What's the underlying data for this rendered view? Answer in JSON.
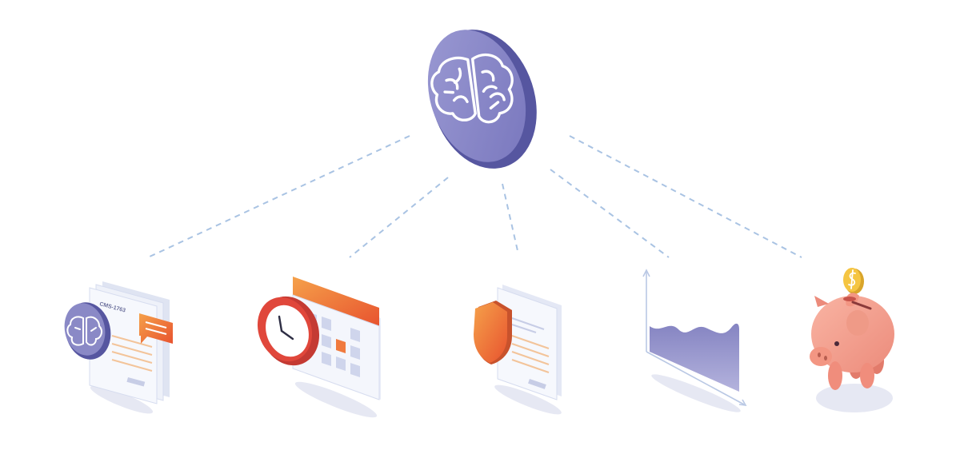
{
  "hub": {
    "icon": "brain-icon",
    "colors": {
      "front": "#8f8ec9",
      "edge": "#5656a0",
      "stroke": "#ffffff"
    }
  },
  "connector_color": "#a9c3e3",
  "nodes": [
    {
      "id": "document-review",
      "icons": [
        "document-icon",
        "brain-icon",
        "chat-bubble-icon"
      ],
      "label": "CMS-1763"
    },
    {
      "id": "scheduling",
      "icons": [
        "clock-icon",
        "calendar-icon"
      ]
    },
    {
      "id": "security",
      "icons": [
        "shield-icon",
        "document-icon"
      ]
    },
    {
      "id": "analytics",
      "icons": [
        "area-chart-icon"
      ]
    },
    {
      "id": "savings",
      "icons": [
        "piggy-bank-icon",
        "dollar-coin-icon"
      ]
    }
  ],
  "colors": {
    "accent_orange": "#f07a3e",
    "accent_red": "#e0473b",
    "purple": "#7b79b8",
    "pig_pink": "#f4a08f",
    "coin_gold": "#f5c542",
    "paper": "#eef1f9",
    "shadow": "#e6e8f3"
  }
}
